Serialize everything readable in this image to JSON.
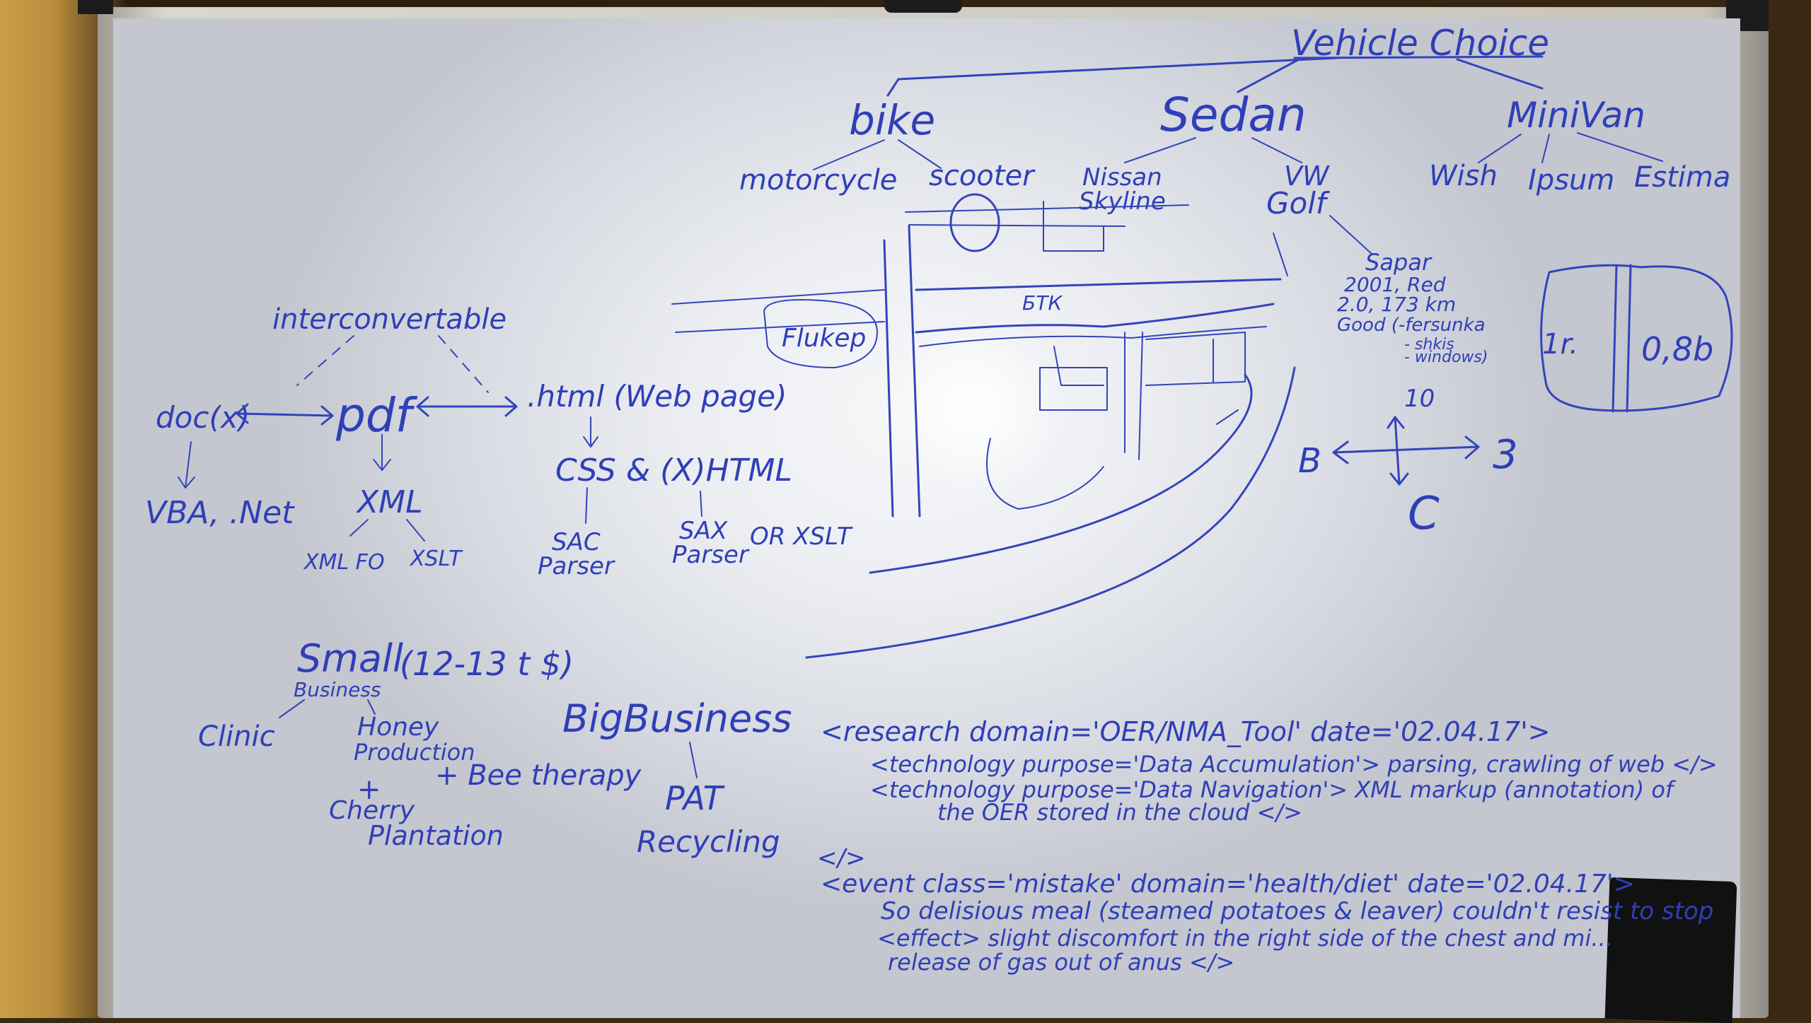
{
  "vehicle_tree": {
    "root": "Vehicle Choice",
    "bike": "bike",
    "sedan": "Sedan",
    "minivan": "MiniVan",
    "motorcycle": "motorcycle",
    "scooter": "scooter",
    "nissan_line1": "Nissan",
    "nissan_line2": "Skyline",
    "vw_line1": "VW",
    "vw_line2": "Golf",
    "wish": "Wish",
    "ipsum": "Ipsum",
    "estima": "Estima",
    "sapar": "Sapar",
    "sapar_detail1": "2001, Red",
    "sapar_detail2": "2.0, 173 km",
    "sapar_detail3": "Good (-fersunka",
    "sapar_detail4": "- shkis",
    "sapar_detail5": "- windows)"
  },
  "sketch": {
    "sign": "Flukep",
    "street_label": "БТК",
    "compass_n": "10",
    "compass_w": "B",
    "compass_e": "3",
    "compass_s": "C",
    "box_left": "1r.",
    "box_right": "0,8b"
  },
  "formats": {
    "top_label": "interconvertable",
    "docx": "doc(x)",
    "pdf": "pdf",
    "html": ".html (Web page)",
    "vba": "VBA, .Net",
    "xml": "XML",
    "xmlfo": "XML FO",
    "xslt": "XSLT",
    "css": "CSS & (X)HTML",
    "sac_line1": "SAC",
    "sac_line2": "Parser",
    "sax_line1": "SAX",
    "sax_line2": "Parser",
    "or_xslt": "OR XSLT"
  },
  "business": {
    "small": "Small",
    "small_sub": "Business",
    "small_range": "(12-13 t $)",
    "clinic": "Clinic",
    "honey_line1": "Honey",
    "honey_line2": "Production",
    "bee": "+ Bee therapy",
    "plus": "+",
    "cherry_line1": "Cherry",
    "cherry_line2": "Plantation",
    "big": "BigBusiness",
    "pat_line1": "PAT",
    "pat_line2": "Recycling"
  },
  "notes": {
    "line1": "<research domain='OER/NMA_Tool' date='02.04.17'>",
    "line2": "<technology purpose='Data Accumulation'> parsing, crawling of web </>",
    "line3": "<technology purpose='Data Navigation'> XML markup (annotation) of",
    "line4": "the OER stored in the cloud </>",
    "line5": "</>",
    "line6": "<event class='mistake' domain='health/diet' date='02.04.17'>",
    "line7": "So delisious meal (steamed potatoes & leaver) couldn't resist to stop",
    "line8": "<effect> slight discomfort in the right side of the chest and mi...",
    "line9": "release of gas out of anus </>"
  },
  "colors": {
    "ink": "#2f3fb8",
    "board": "#eceef2",
    "wall": "#b88d3c"
  }
}
